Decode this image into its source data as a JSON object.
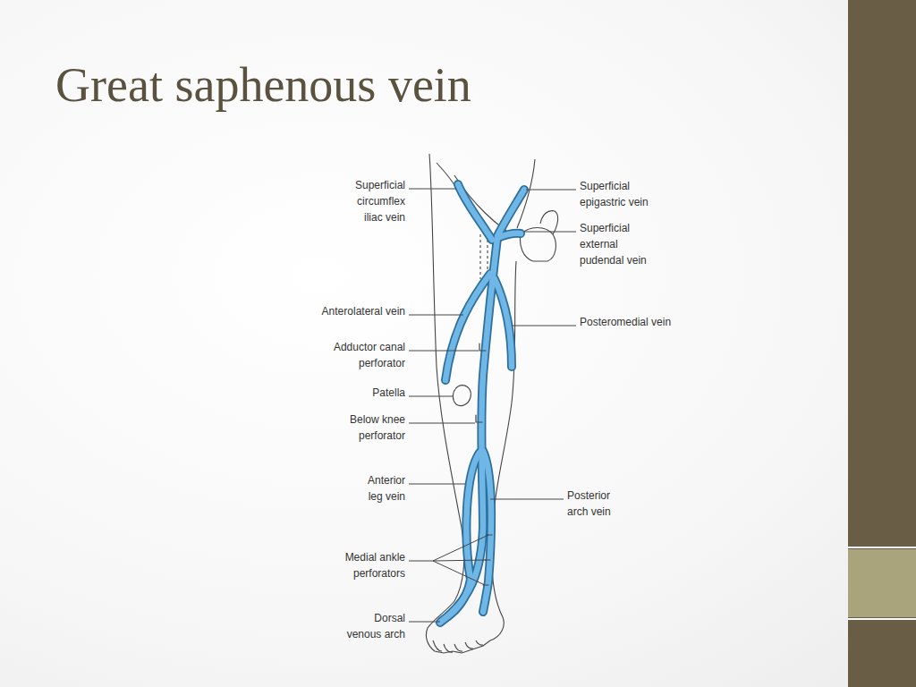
{
  "diagram": {
    "title": "Great saphenous vein",
    "labels": [
      "Superficial circumflex iliac vein",
      "Superficial epigastric vein",
      "Superficial external pudendal vein",
      "Anterolateral vein",
      "Posteromedial vein",
      "Adductor canal perforator",
      "Patella",
      "Below knee perforator",
      "Anterior leg vein",
      "Posterior arch vein",
      "Medial ankle perforators",
      "Dorsal venous arch"
    ]
  }
}
